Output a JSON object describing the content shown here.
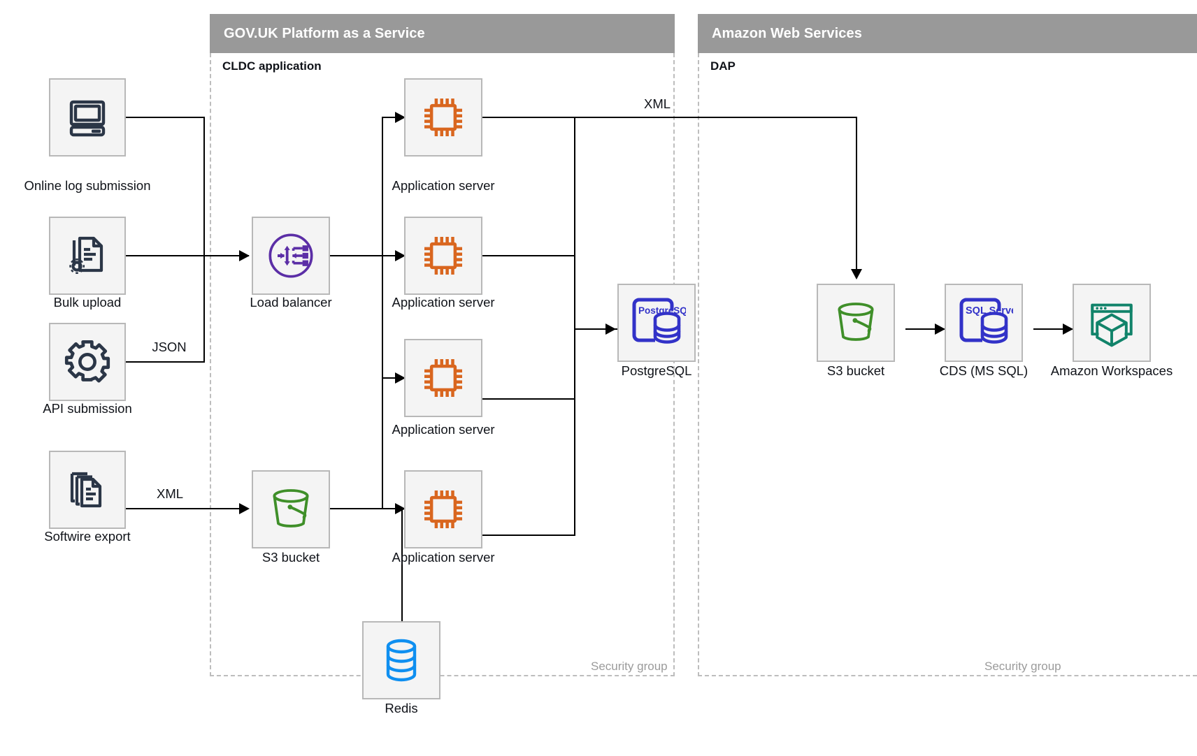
{
  "groups": [
    {
      "id": "paas",
      "title": "GOV.UK Platform as a Service",
      "subtitle": "CLDC application",
      "footnote": "Security group"
    },
    {
      "id": "aws",
      "title": "Amazon Web Services",
      "subtitle": "DAP",
      "footnote": "Security group"
    }
  ],
  "nodes": {
    "online_log": {
      "label": "Online log submission",
      "icon": "desktop-computer-icon"
    },
    "bulk_upload": {
      "label": "Bulk upload",
      "icon": "document-gear-icon"
    },
    "api_submission": {
      "label": "API submission",
      "icon": "gear-icon"
    },
    "softwire_export": {
      "label": "Softwire export",
      "icon": "documents-stack-icon"
    },
    "load_balancer": {
      "label": "Load balancer",
      "icon": "load-balancer-icon"
    },
    "app_server_1": {
      "label": "Application server",
      "icon": "cpu-chip-icon"
    },
    "app_server_2": {
      "label": "Application server",
      "icon": "cpu-chip-icon"
    },
    "app_server_3": {
      "label": "Application server",
      "icon": "cpu-chip-icon"
    },
    "app_server_4": {
      "label": "Application server",
      "icon": "cpu-chip-icon"
    },
    "postgresql": {
      "label": "PostgreSQL",
      "icon": "postgresql-icon",
      "badge": "PostgreSQL"
    },
    "s3_paas": {
      "label": "S3 bucket",
      "icon": "s3-bucket-icon"
    },
    "redis": {
      "label": "Redis",
      "icon": "database-cylinder-icon"
    },
    "s3_aws": {
      "label": "S3 bucket",
      "icon": "s3-bucket-icon"
    },
    "cds": {
      "label": "CDS (MS SQL)",
      "icon": "sql-server-icon",
      "badge": "SQL Server"
    },
    "workspaces": {
      "label": "Amazon Workspaces",
      "icon": "amazon-workspaces-icon"
    }
  },
  "edge_labels": {
    "api_json": "JSON",
    "softwire_xml": "XML",
    "app_to_s3_xml": "XML"
  },
  "colors": {
    "group_header": "#999999",
    "tile_bg": "#f4f4f4",
    "tile_border": "#b8b8b8",
    "dark_navy": "#2b3647",
    "orange": "#d9661f",
    "purple": "#5b2ea6",
    "green": "#3f8f29",
    "blue": "#0f8ff0",
    "indigo": "#3232c8",
    "teal": "#11836a",
    "muted_text": "#9b9b9b",
    "line": "#000000"
  }
}
